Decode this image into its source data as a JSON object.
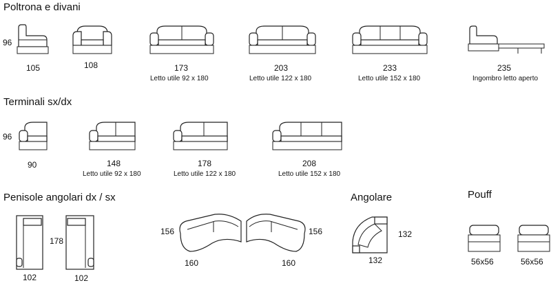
{
  "sections": {
    "poltrona": "Poltrona e divani",
    "terminali": "Terminali  sx/dx",
    "penisole": "Penisole angolari dx / sx",
    "angolare": "Angolare",
    "pouff": "Pouff"
  },
  "row1": {
    "height": "96",
    "widths": [
      "105",
      "108",
      "173",
      "203",
      "233",
      "235"
    ],
    "notes": [
      "Letto utile 92 x 180",
      "Letto utile 122 x 180",
      "Letto utile 152 x 180",
      "Ingombro letto aperto"
    ]
  },
  "row2": {
    "height": "96",
    "widths": [
      "90",
      "148",
      "178",
      "208"
    ],
    "notes": [
      "Letto utile 92 x 180",
      "Letto utile 122 x 180",
      "Letto utile 152 x 180"
    ]
  },
  "row3": {
    "penisola_depth": "178",
    "penisola_widths": [
      "102",
      "102"
    ],
    "curved_side": [
      "156",
      "156"
    ],
    "curved_widths": [
      "160",
      "160"
    ],
    "angolare_dims": [
      "132",
      "132"
    ],
    "pouff_dims": [
      "56x56",
      "56x56"
    ]
  }
}
